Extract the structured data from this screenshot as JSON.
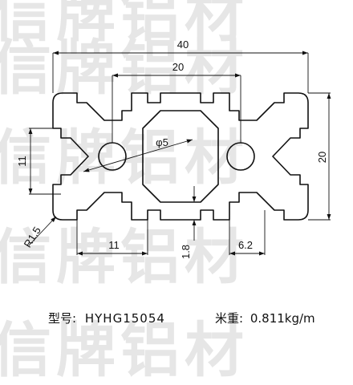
{
  "watermark": {
    "text": "信牌铝材"
  },
  "drawing": {
    "dims": {
      "overall_width": "40",
      "center_distance": "20",
      "height": "20",
      "slot_spacing": "11",
      "side_spacing": "11",
      "bore": "φ5",
      "corner_radius": "R1.5",
      "wall": "1.8",
      "slot_opening": "6.2"
    }
  },
  "caption": {
    "model_label": "型号:",
    "model_value": "HYHG15054",
    "weight_label": "米重:",
    "weight_value": "0.811kg/m"
  }
}
